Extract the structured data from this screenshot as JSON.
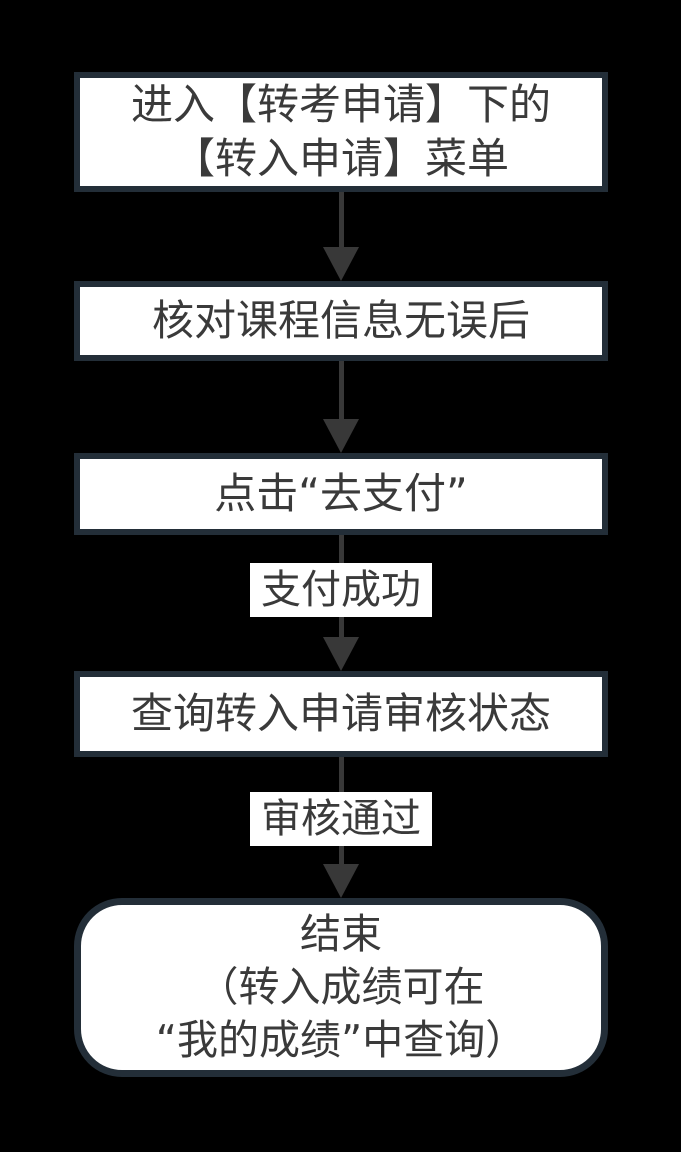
{
  "flowchart": {
    "colors": {
      "background": "#000000",
      "node_fill": "#ffffff",
      "node_border": "#232e38",
      "text": "#3a3a3a",
      "arrow": "#383838"
    },
    "nodes": [
      {
        "id": "enter-transfer-menu",
        "shape": "rectangle",
        "lines": [
          "进入【转考申请】下的",
          "【转入申请】菜单"
        ]
      },
      {
        "id": "verify-course-info",
        "shape": "rectangle",
        "lines": [
          "核对课程信息无误后"
        ]
      },
      {
        "id": "click-go-pay",
        "shape": "rectangle",
        "lines": [
          "点击“去支付”"
        ]
      },
      {
        "id": "check-review-status",
        "shape": "rectangle",
        "lines": [
          "查询转入申请审核状态"
        ]
      },
      {
        "id": "end",
        "shape": "rounded-terminator",
        "lines": [
          "结束",
          "（转入成绩可在",
          "“我的成绩”中查询）"
        ]
      }
    ],
    "edge_labels": [
      {
        "text": "支付成功"
      },
      {
        "text": "审核通过"
      }
    ]
  }
}
